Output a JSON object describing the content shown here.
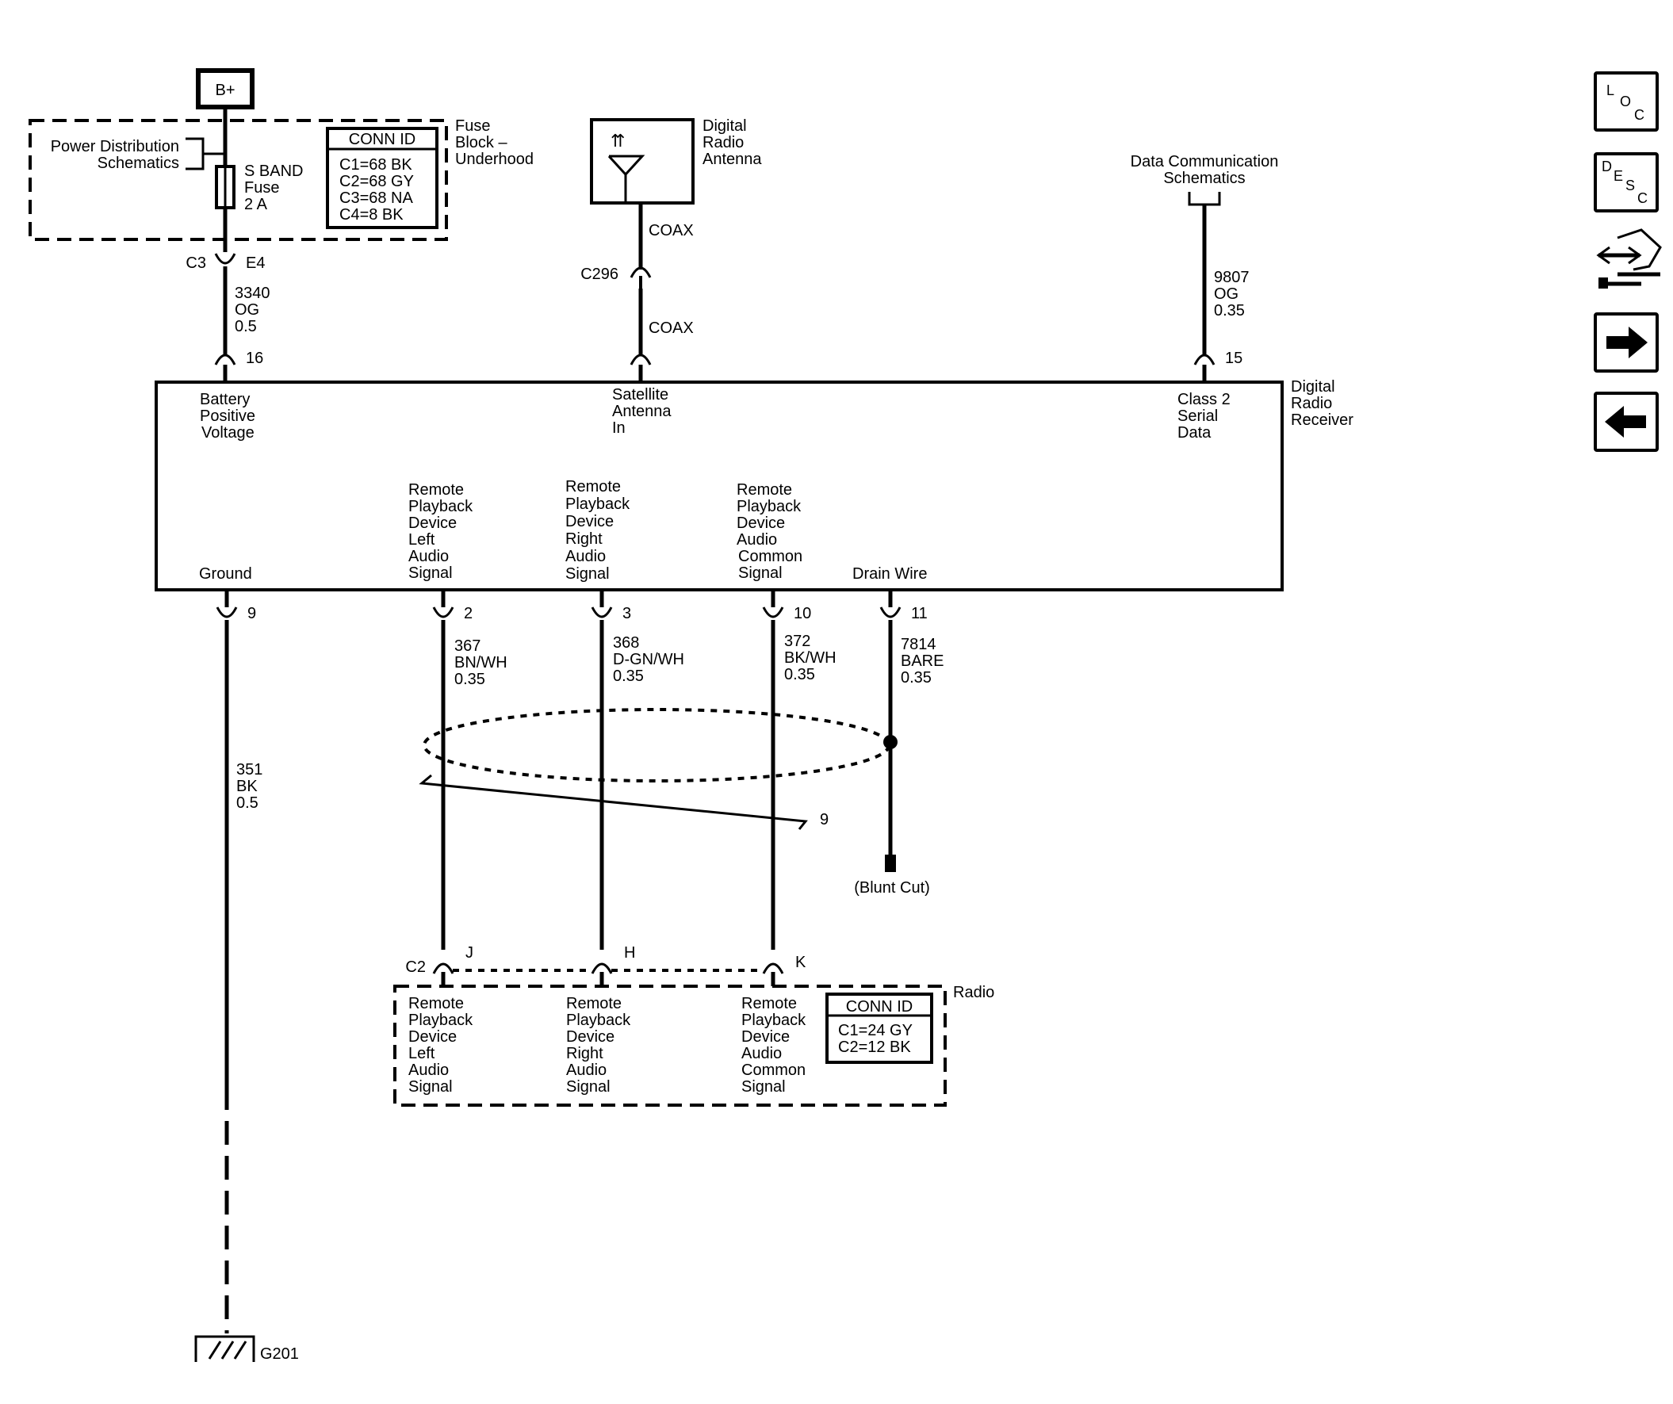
{
  "supply": {
    "bplus": "B+"
  },
  "fuse_block": {
    "title": [
      "Fuse",
      "Block –",
      "Underhood"
    ],
    "power_link": [
      "Power Distribution",
      "Schematics"
    ],
    "fuse": [
      "S BAND",
      "Fuse",
      "2 A"
    ],
    "conn_title": "CONN ID",
    "conn_lines": [
      "C1=68 BK",
      "C2=68 GY",
      "C3=68 NA",
      "C4=8 BK"
    ],
    "out_conn": "C3",
    "out_pin": "E4"
  },
  "antenna": {
    "title": [
      "Digital",
      "Radio",
      "Antenna"
    ],
    "coax_top": "COAX",
    "inline_conn": "C296",
    "coax_bottom": "COAX"
  },
  "data_comm": {
    "title": [
      "Data Communication",
      "Schematics"
    ],
    "wire": [
      "9807",
      "OG",
      "0.35"
    ],
    "pin": "15"
  },
  "battery_wire": {
    "wire": [
      "3340",
      "OG",
      "0.5"
    ],
    "pin": "16"
  },
  "receiver": {
    "title": [
      "Digital",
      "Radio",
      "Receiver"
    ],
    "battery_label": [
      "Battery",
      "Positive",
      "Voltage"
    ],
    "sat_label": [
      "Satellite",
      "Antenna",
      "In"
    ],
    "class2_label": [
      "Class 2",
      "Serial",
      "Data"
    ],
    "ground_label": "Ground",
    "left_label": [
      "Remote",
      "Playback",
      "Device",
      "Left",
      "Audio",
      "Signal"
    ],
    "right_label": [
      "Remote",
      "Playback",
      "Device",
      "Right",
      "Audio",
      "Signal"
    ],
    "common_label": [
      "Remote",
      "Playback",
      "Device",
      "Audio",
      "Common",
      "Signal"
    ],
    "drain_label": "Drain Wire"
  },
  "bottom_pins": {
    "ground": {
      "pin": "9",
      "wire": [
        "351",
        "BK",
        "0.5"
      ]
    },
    "left": {
      "pin": "2",
      "wire": [
        "367",
        "BN/WH",
        "0.35"
      ]
    },
    "right": {
      "pin": "3",
      "wire": [
        "368",
        "D-GN/WH",
        "0.35"
      ]
    },
    "common": {
      "pin": "10",
      "wire": [
        "372",
        "BK/WH",
        "0.35"
      ]
    },
    "drain": {
      "pin": "11",
      "wire": [
        "7814",
        "BARE",
        "0.35"
      ]
    }
  },
  "shield": {
    "pin": "9",
    "blunt_cut": "(Blunt Cut)"
  },
  "radio": {
    "title": "Radio",
    "conn": "C2",
    "pin_left": "J",
    "pin_right": "H",
    "pin_common": "K",
    "left_label": [
      "Remote",
      "Playback",
      "Device",
      "Left",
      "Audio",
      "Signal"
    ],
    "right_label": [
      "Remote",
      "Playback",
      "Device",
      "Right",
      "Audio",
      "Signal"
    ],
    "common_label": [
      "Remote",
      "Playback",
      "Device",
      "Audio",
      "Common",
      "Signal"
    ],
    "conn_title": "CONN ID",
    "conn_lines": [
      "C1=24 GY",
      "C2=12 BK"
    ]
  },
  "ground_point": "G201",
  "nav": {
    "loc": [
      "L",
      "O",
      "C"
    ],
    "desc": [
      "D",
      "E",
      "S",
      "C"
    ],
    "forward_icon": "arrow-right-icon",
    "back_icon": "arrow-left-icon",
    "connector_icon": "connector-end-view-icon"
  }
}
